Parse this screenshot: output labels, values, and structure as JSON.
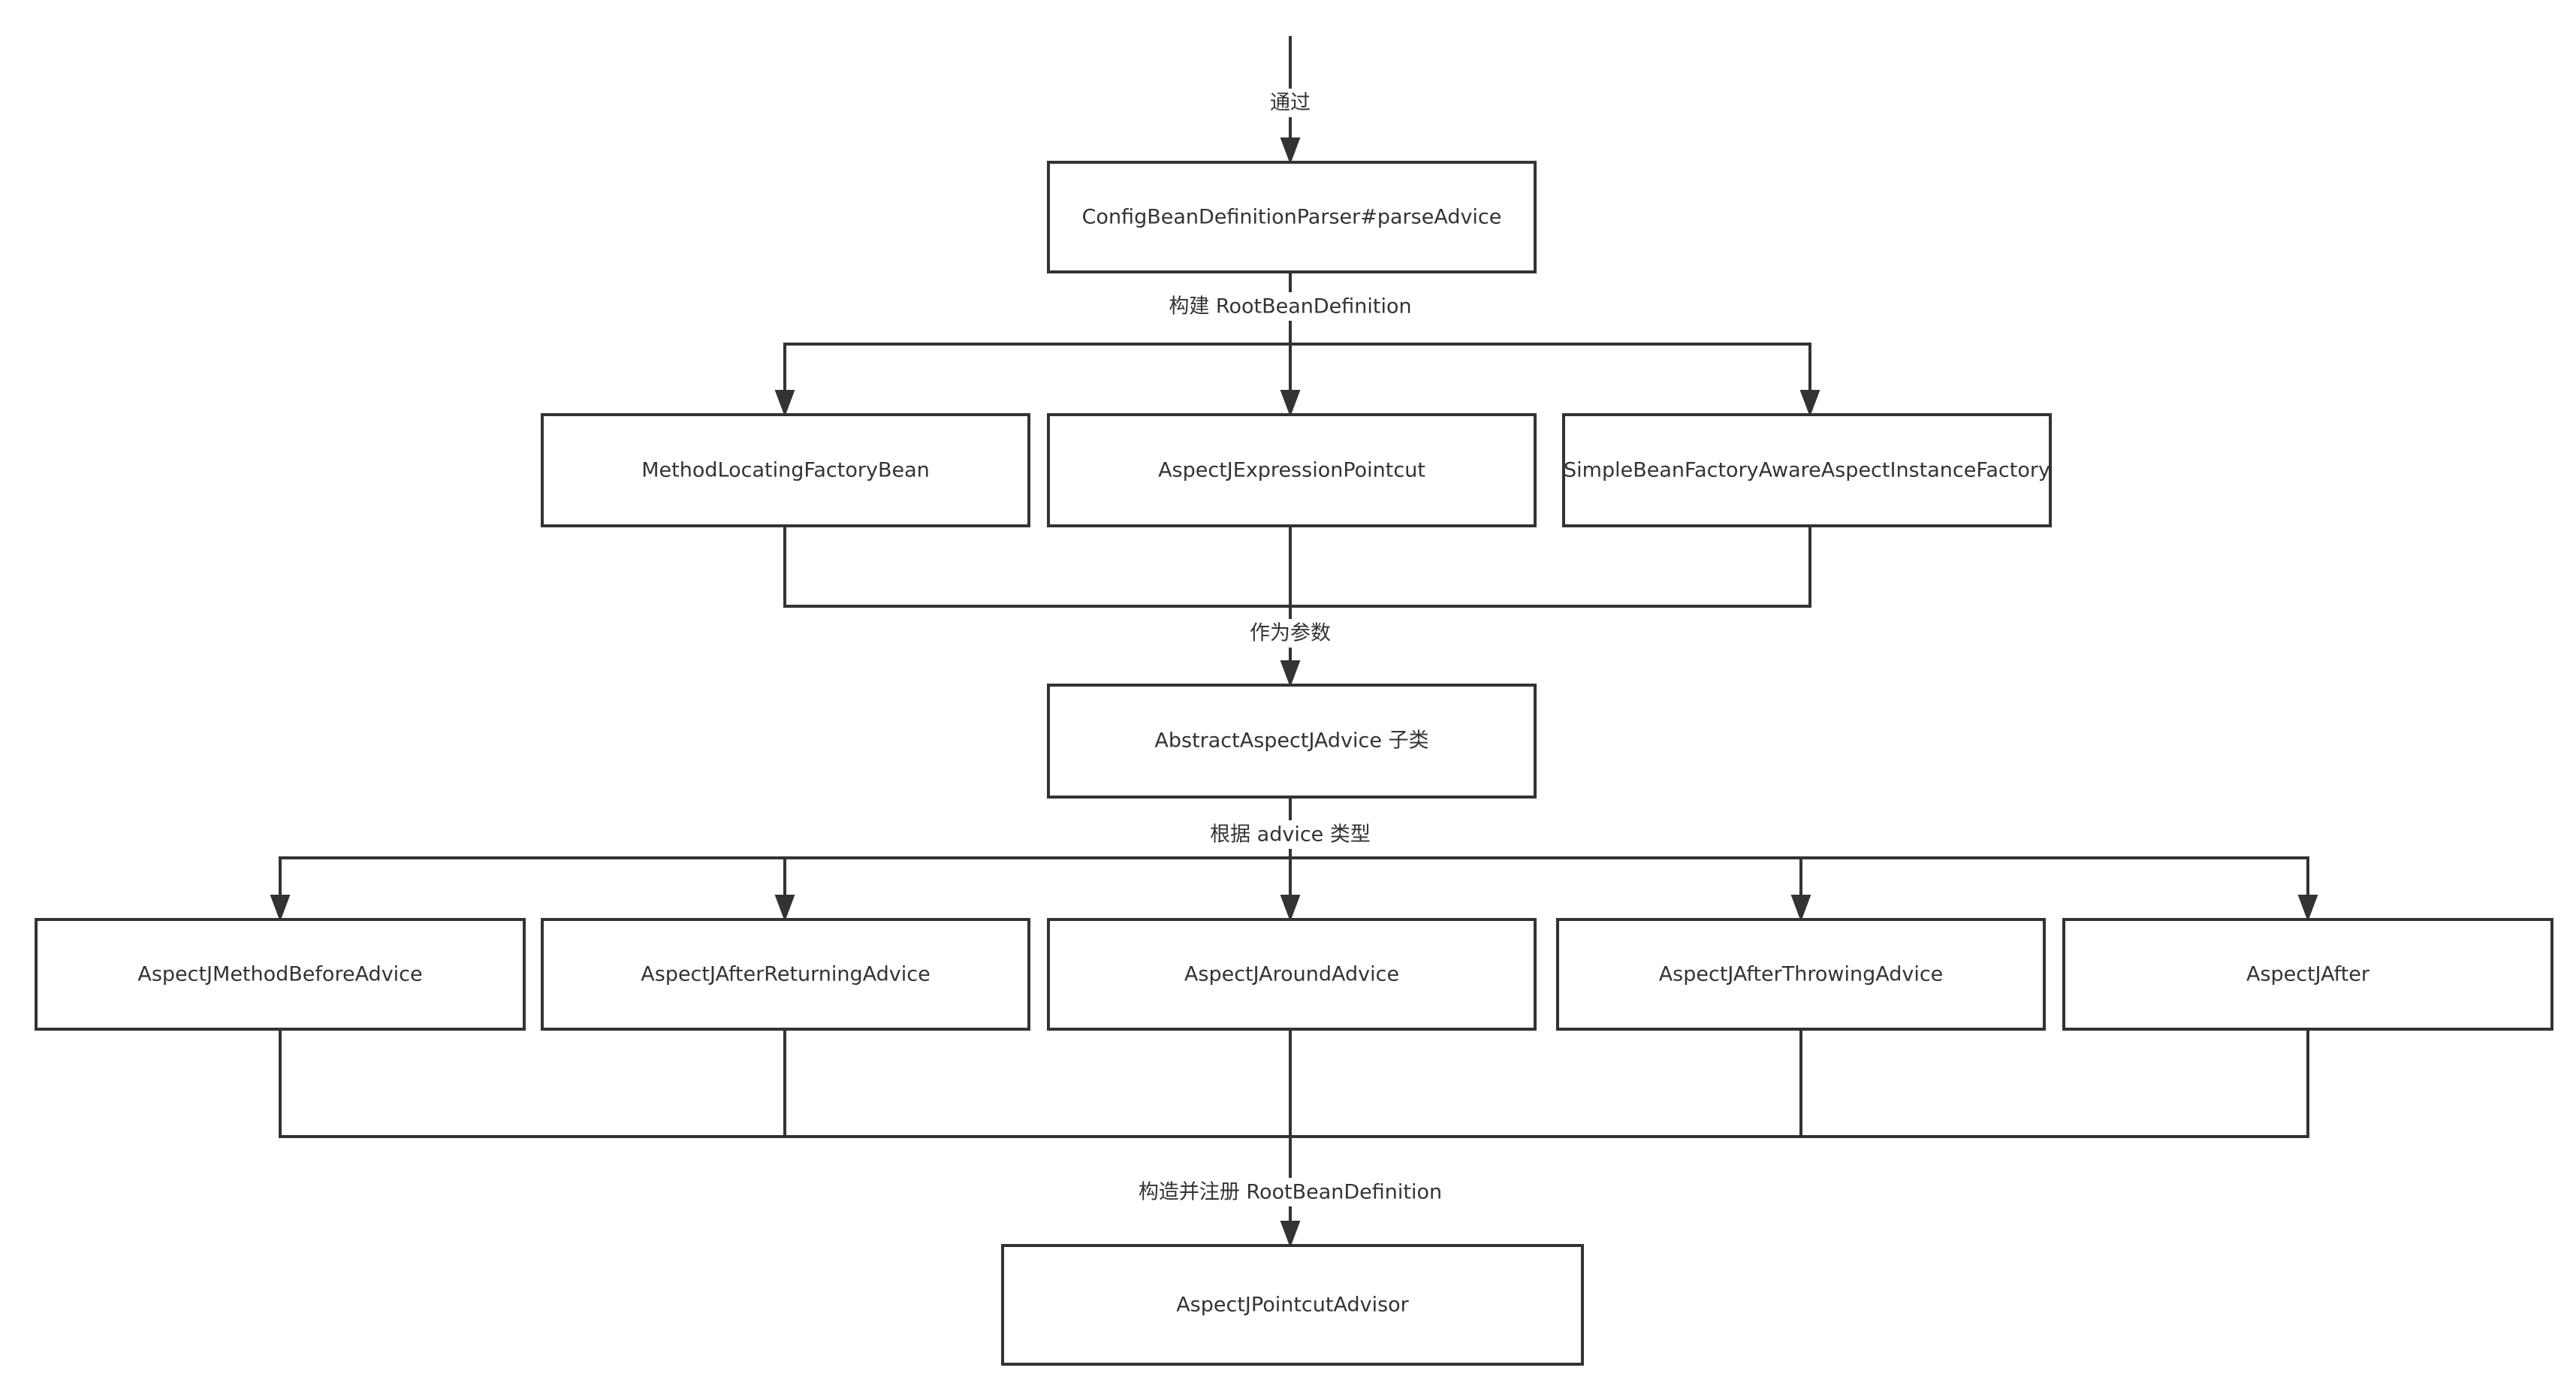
{
  "nodes": {
    "parse_advice": "ConfigBeanDefinitionParser#parseAdvice",
    "method_locating": "MethodLocatingFactoryBean",
    "expression_pointcut": "AspectJExpressionPointcut",
    "instance_factory": "SimpleBeanFactoryAwareAspectInstanceFactory",
    "abstract_advice": "AbstractAspectJAdvice 子类",
    "before_advice": "AspectJMethodBeforeAdvice",
    "after_returning": "AspectJAfterReturningAdvice",
    "around_advice": "AspectJAroundAdvice",
    "after_throwing": "AspectJAfterThrowingAdvice",
    "after": "AspectJAfter",
    "pointcut_advisor": "AspectJPointcutAdvisor"
  },
  "labels": {
    "via": "通过",
    "build": "构建 RootBeanDefinition",
    "as_param": "作为参数",
    "by_type": "根据 advice 类型",
    "register": "构造并注册 RootBeanDefinition"
  }
}
